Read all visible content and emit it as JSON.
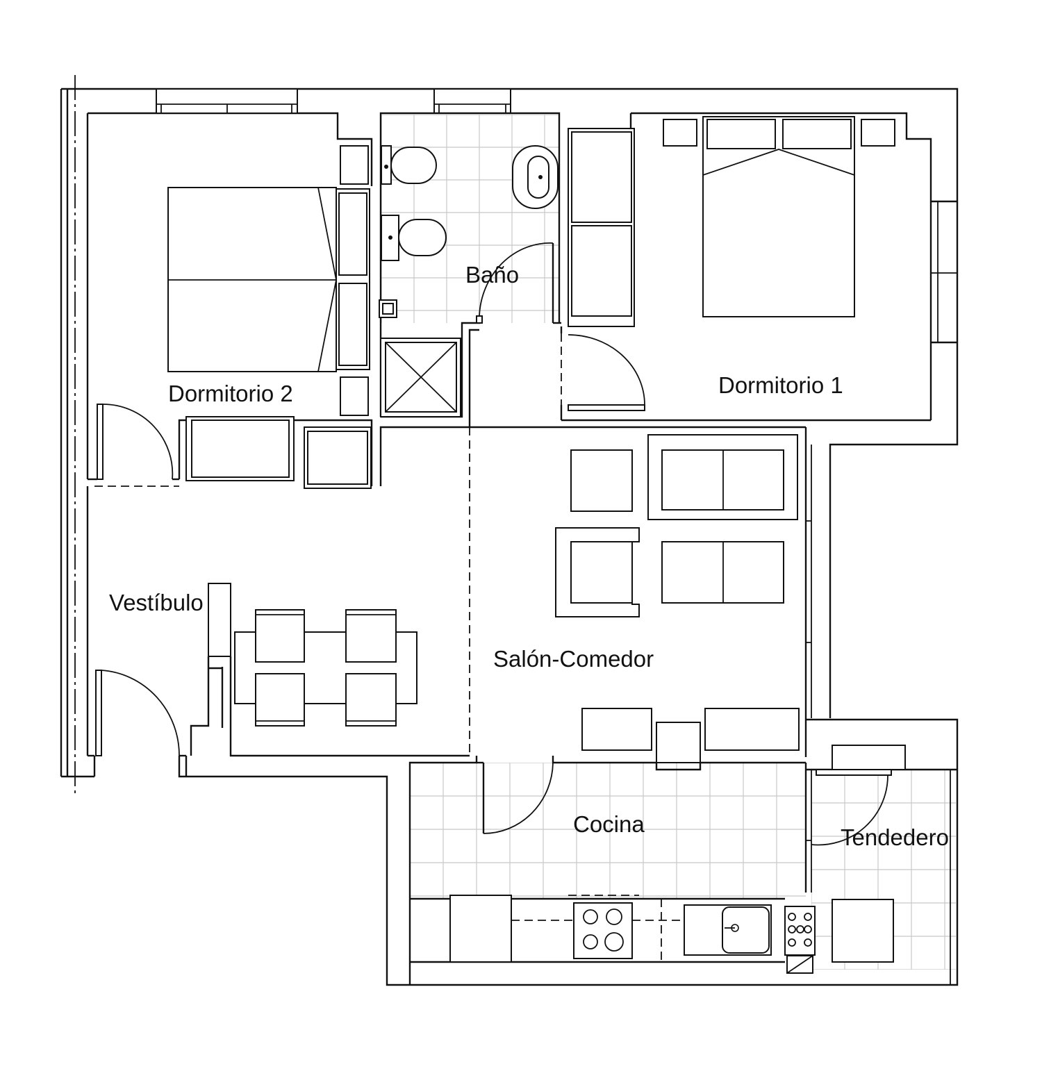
{
  "rooms": {
    "dormitorio_2": "Dormitorio 2",
    "bano": "Baño",
    "dormitorio_1": "Dormitorio 1",
    "vestibulo": "Vestíbulo",
    "salon_comedor": "Salón-Comedor",
    "cocina": "Cocina",
    "tendedero": "Tendedero"
  },
  "colors": {
    "line": "#111111",
    "tile_grid": "#c8c8c8",
    "background": "#ffffff"
  }
}
